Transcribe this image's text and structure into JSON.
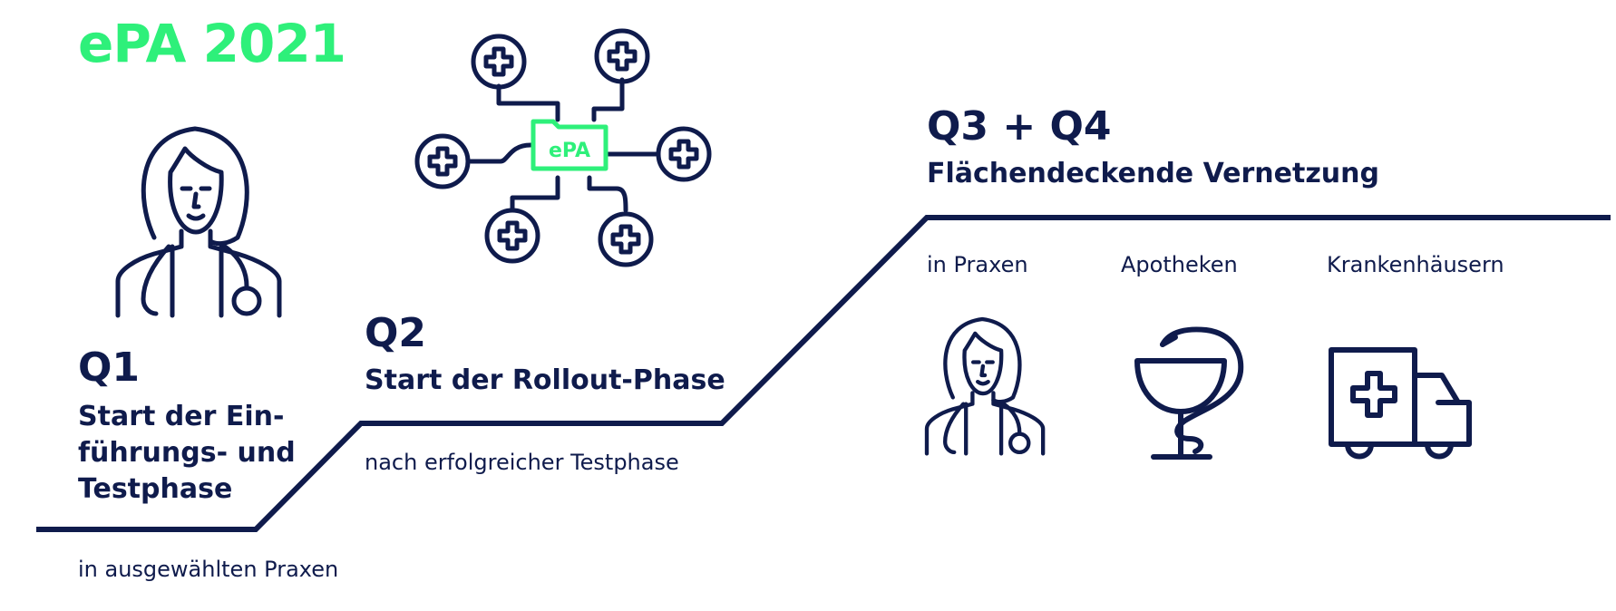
{
  "title": "ePA 2021",
  "network_label": "ePA",
  "phases": {
    "q1": {
      "label": "Q1",
      "subtitle": "Start der Ein-führungs- und Testphase",
      "note": "in ausgewählten Praxen"
    },
    "q2": {
      "label": "Q2",
      "subtitle": "Start der Rollout-Phase",
      "note": "nach erfolgreicher Testphase"
    },
    "q34": {
      "label": "Q3 + Q4",
      "subtitle": "Flächendeckende Vernetzung",
      "categories": [
        "in Praxen",
        "Apotheken",
        "Krankenhäusern"
      ]
    }
  },
  "colors": {
    "navy": "#0f1b4c",
    "accent_green": "#2ef07a",
    "background": "#ffffff"
  },
  "icons": [
    "doctor-icon",
    "network-icon",
    "medical-cross-icon",
    "folder-icon",
    "pharmacy-icon",
    "ambulance-icon"
  ]
}
